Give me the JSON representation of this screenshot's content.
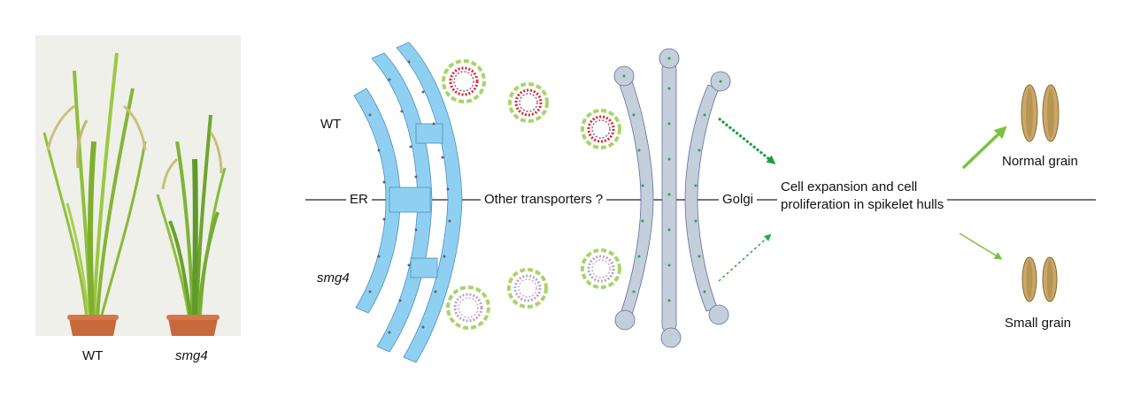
{
  "photo": {
    "wt_label": "WT",
    "mutant_label": "smg4"
  },
  "diagram": {
    "row_wt_label": "WT",
    "row_mutant_label": "smg4",
    "er_label": "ER",
    "transporters_label": "Other transporters ?",
    "golgi_label": "Golgi",
    "outcome_line1": "Cell expansion and cell",
    "outcome_line2": "proliferation in spikelet hulls",
    "normal_grain_label": "Normal grain",
    "small_grain_label": "Small grain"
  },
  "colors": {
    "er": "#8fd0f2",
    "golgi": "#c5cedb",
    "arrow_strong": "#1b9e3c",
    "arrow_weak": "#2aa84a",
    "grain_arrow": "#7dc142",
    "vesicle_ring": "#a9d36b",
    "cargo_wt": "#e02424",
    "cargo_smg4": "#b9a3c4"
  }
}
